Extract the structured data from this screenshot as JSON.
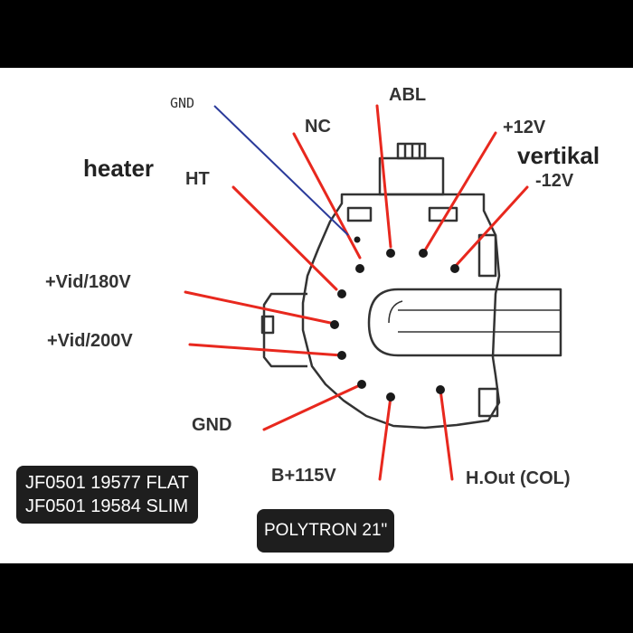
{
  "labels": {
    "gnd_top": "GND",
    "abl": "ABL",
    "nc": "NC",
    "plus12v": "+12V",
    "vertikal": "vertikal",
    "minus12v": "-12V",
    "heater": "heater",
    "ht": "HT",
    "vid180": "+Vid/180V",
    "vid200": "+Vid/200V",
    "gnd_bottom": "GND",
    "bplus": "B+115V",
    "hout": "H.Out (COL)"
  },
  "part_box": {
    "line1": "JF0501 19577 FLAT",
    "line2": "JF0501 19584 SLIM"
  },
  "brand_box": {
    "text": "POLYTRON 21\""
  },
  "colors": {
    "frame_background": "#000000",
    "diagram_background": "#ffffff",
    "leader_red": "#e8281e",
    "leader_blue": "#2a3a9a",
    "outline": "#333333",
    "caption_box": "#1e1e1e"
  }
}
